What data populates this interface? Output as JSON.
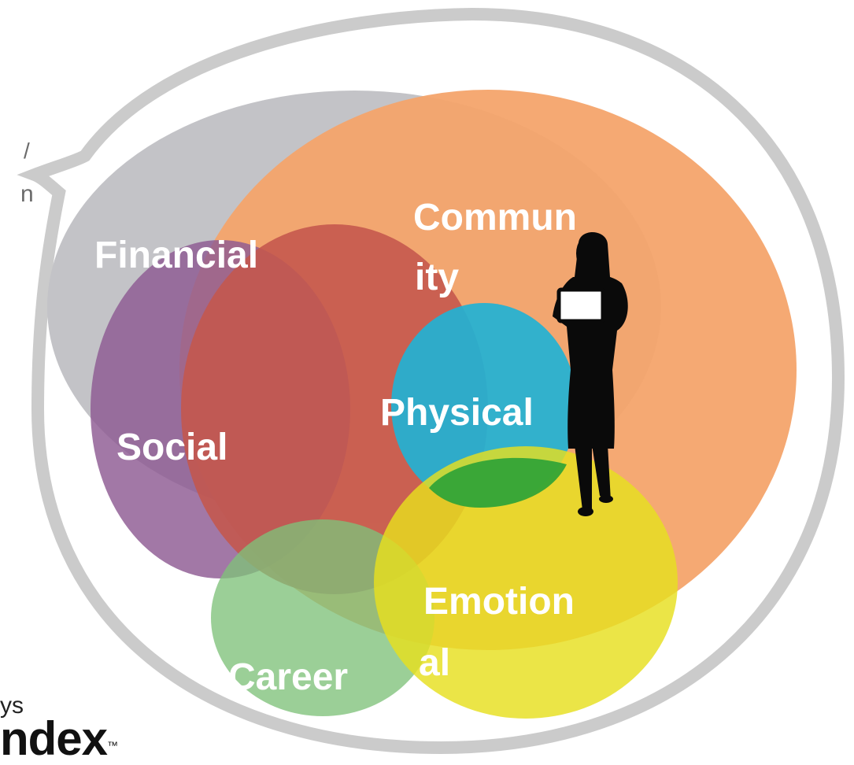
{
  "diagram": {
    "circles": [
      {
        "name": "Financial",
        "color": "#c3c3c7"
      },
      {
        "name": "Community",
        "color": "#f4a46c"
      },
      {
        "name": "Social",
        "color": "#9c6f9b"
      },
      {
        "name": "Physical",
        "color": "#2fb4cf"
      },
      {
        "name": "Emotional",
        "color": "#e8e22a"
      },
      {
        "name": "Career",
        "color": "#8ec98a"
      }
    ],
    "labels": {
      "financial": "Financial",
      "community_1": "Commun",
      "community_2": "ity",
      "social": "Social",
      "physical": "Physical",
      "emotional_1": "Emotion",
      "emotional_2": "al",
      "career": "Career"
    },
    "bubble_outline_color": "#c8c8c8",
    "figure_icon": "businesswoman-silhouette-icon"
  },
  "cut_text": {
    "line1": "/",
    "line2": "n"
  },
  "logo": {
    "line1": "ys",
    "line2": "ndex",
    "trademark": "™"
  }
}
